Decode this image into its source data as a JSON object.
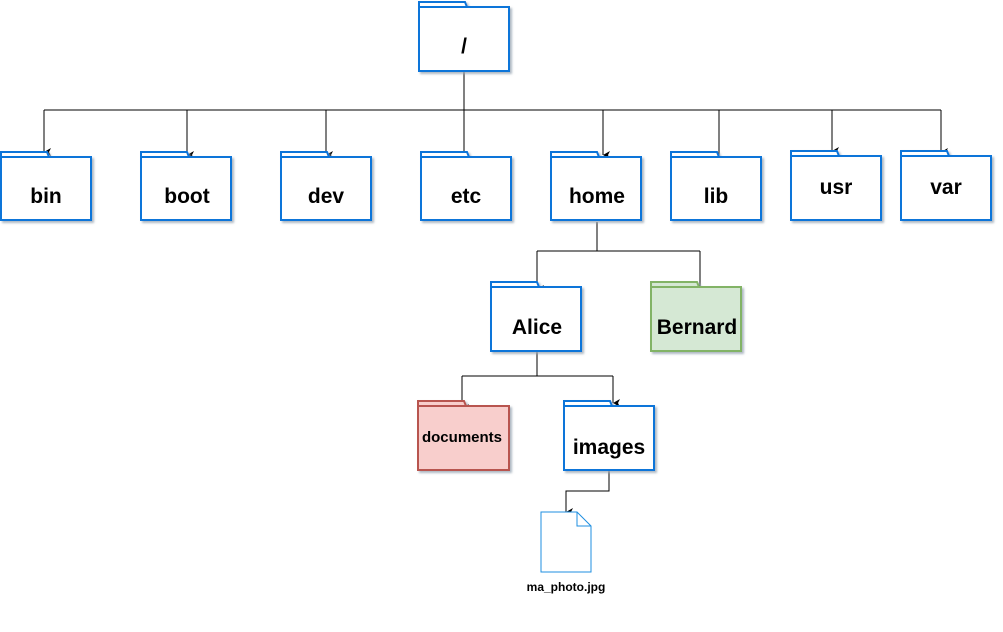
{
  "diagram": {
    "root": {
      "label": "/"
    },
    "top_level": [
      {
        "label": "bin"
      },
      {
        "label": "boot"
      },
      {
        "label": "dev"
      },
      {
        "label": "etc"
      },
      {
        "label": "home"
      },
      {
        "label": "lib"
      },
      {
        "label": "usr"
      },
      {
        "label": "var"
      }
    ],
    "home_children": [
      {
        "label": "Alice"
      },
      {
        "label": "Bernard"
      }
    ],
    "alice_children": [
      {
        "label": "documents"
      },
      {
        "label": "images"
      }
    ],
    "images_children": [
      {
        "label": "ma_photo.jpg"
      }
    ]
  },
  "colors": {
    "folder_stroke_blue": "#0a74d9",
    "folder_fill_white": "#ffffff",
    "folder_shadow": "#9aa7b5",
    "bernard_fill": "#d5e8d4",
    "bernard_stroke": "#82b366",
    "documents_fill": "#f8cecc",
    "documents_stroke": "#b85450",
    "file_stroke": "#1f8fe0",
    "line": "#000000"
  },
  "icons": {
    "folder": "folder-icon",
    "file": "file-icon"
  }
}
